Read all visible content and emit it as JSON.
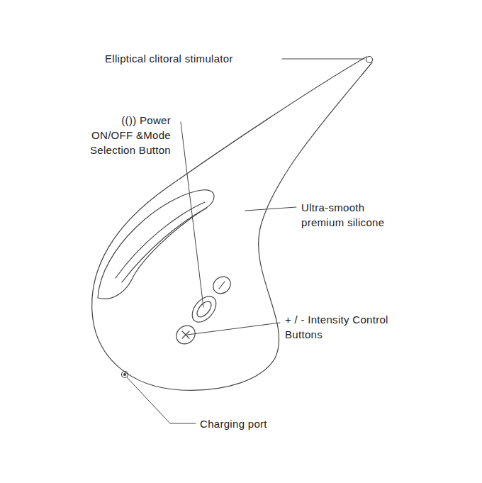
{
  "diagram": {
    "labels": [
      "Elliptical clitoral stimulator",
      "(()) Power ON/OFF &Mode Selection Button",
      "Ultra-smooth premium silicone",
      "+ / - Intensity Control Buttons",
      "Charging port"
    ]
  }
}
